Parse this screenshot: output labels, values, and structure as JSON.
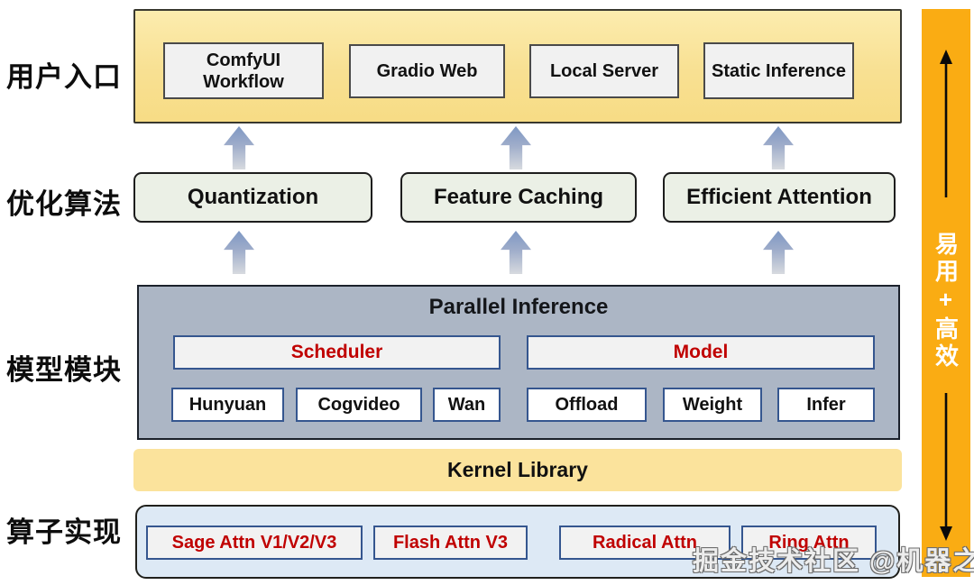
{
  "layers": {
    "user_entry": {
      "side_label": "用户入口",
      "boxes": [
        "ComfyUI Workflow",
        "Gradio Web",
        "Local Server",
        "Static Inference"
      ]
    },
    "optimization": {
      "side_label": "优化算法",
      "boxes": [
        "Quantization",
        "Feature Caching",
        "Efficient Attention"
      ]
    },
    "model_modules": {
      "side_label": "模型模块",
      "container_title": "Parallel Inference",
      "scheduler_label": "Scheduler",
      "model_label": "Model",
      "scheduler_children": [
        "Hunyuan",
        "Cogvideo",
        "Wan"
      ],
      "model_children": [
        "Offload",
        "Weight",
        "Infer"
      ]
    },
    "kernel": {
      "side_label": "算子实现",
      "bar_title": "Kernel Library",
      "boxes": [
        "Sage Attn V1/V2/V3",
        "Flash Attn V3",
        "Radical Attn",
        "Ring Attn"
      ]
    }
  },
  "side_banner": {
    "text": "易用+高效"
  },
  "watermark": {
    "text": "掘金技术社区 @机器之心"
  },
  "colors": {
    "entry_container_fill": "#F8E092",
    "entry_box_fill": "#F1F1F1",
    "optimization_box_fill": "#EBF0E6",
    "parallel_container_fill": "#ACB6C5",
    "kernel_bar_fill": "#FBE39C",
    "kernel_container_fill": "#DDE9F5",
    "accent_red": "#C00000",
    "blue_border": "#35568F",
    "side_banner_fill": "#FAAC13",
    "arrow_blue": "#7E98C4"
  }
}
